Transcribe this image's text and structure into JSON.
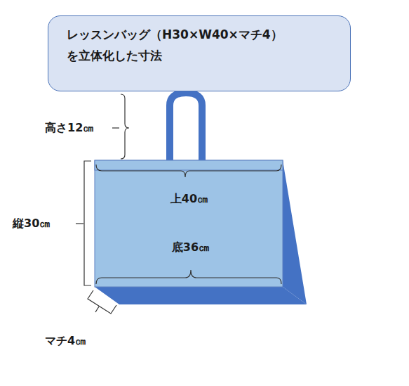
{
  "diagram": {
    "nodes": [
      {
        "text": [
          "レッスンバッグ（H30×W40×マチ4） を立体化した寸法"
        ]
      }
    ],
    "labels": [
      "高さ12㎝",
      "上40㎝",
      "縦30㎝",
      "底36㎝",
      "マチ4㎝"
    ]
  }
}
